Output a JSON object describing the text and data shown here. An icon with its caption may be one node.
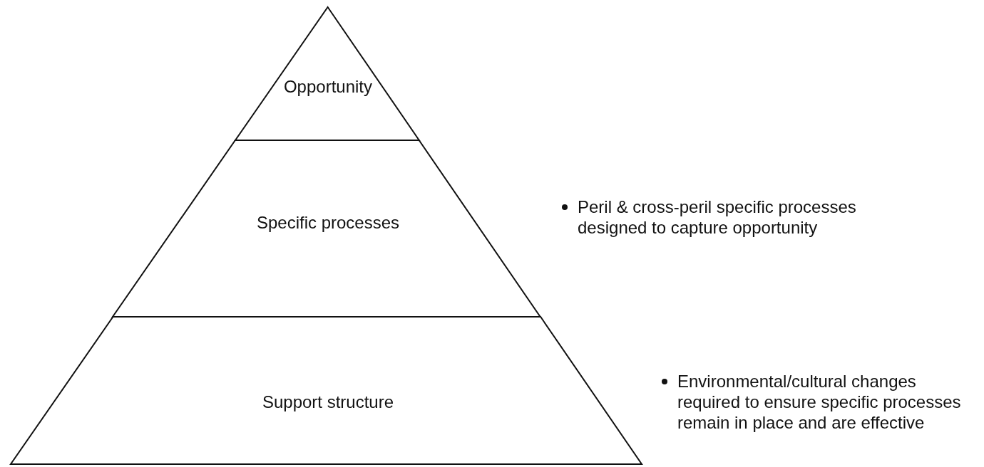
{
  "diagram": {
    "nodes": [
      {
        "text": [
          "Opportunity"
        ]
      },
      {
        "text": [
          "Specific processes"
        ],
        "beside": [
          "Peril & cross-peril specific processes designed to capture opportunity"
        ]
      },
      {
        "text": [
          "Support structure"
        ],
        "beside": [
          "Environmental/cultural changes required to ensure specific processes remain in place and are effective"
        ]
      }
    ]
  }
}
